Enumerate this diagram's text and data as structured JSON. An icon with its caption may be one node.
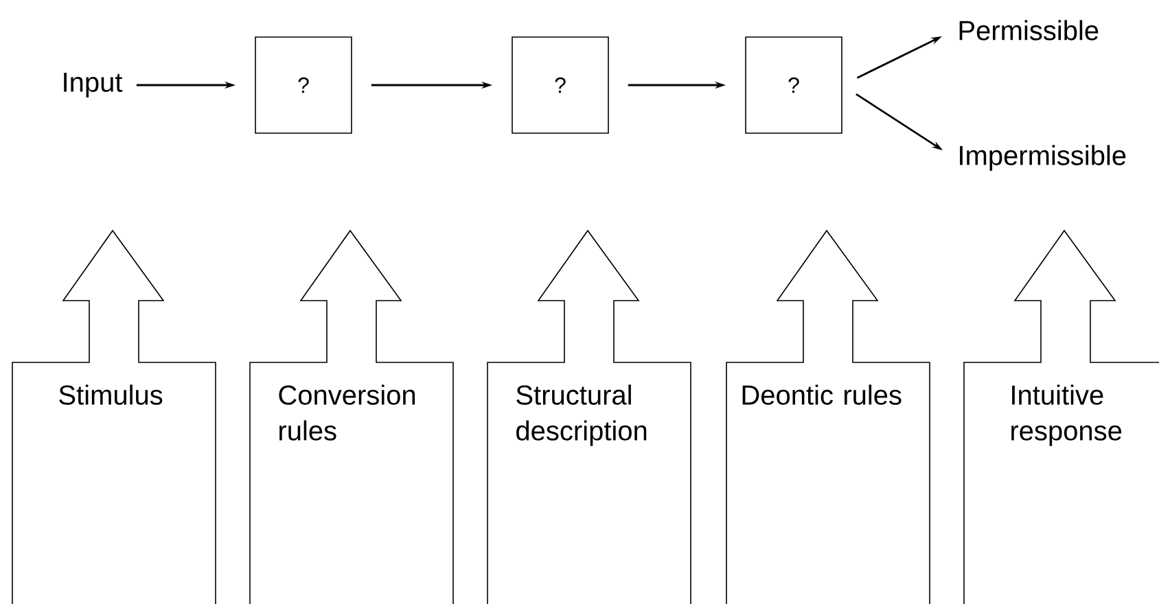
{
  "diagram": {
    "nodes": [
      {
        "text": [
          "Input"
        ]
      },
      {
        "text": [
          "?"
        ]
      },
      {
        "text": [
          "?"
        ]
      },
      {
        "text": [
          "?"
        ]
      },
      {
        "text": [
          "Permissible"
        ]
      },
      {
        "text": [
          "Impermissible"
        ]
      },
      {
        "text": [
          "Stimulus"
        ]
      },
      {
        "text": [
          "Conversion rules"
        ]
      },
      {
        "text": [
          "Structural description"
        ]
      },
      {
        "text": [
          "Deontic rules"
        ]
      },
      {
        "text": [
          "Intuitive response"
        ]
      }
    ],
    "edges": [
      {
        "from": 0,
        "to": 1,
        "arrow": "to"
      },
      {
        "from": 1,
        "to": 2,
        "arrow": "to"
      },
      {
        "from": 2,
        "to": 3,
        "arrow": "to"
      },
      {
        "from": 3,
        "to": 4,
        "arrow": "to"
      },
      {
        "from": 3,
        "to": 5,
        "arrow": "to"
      }
    ]
  }
}
